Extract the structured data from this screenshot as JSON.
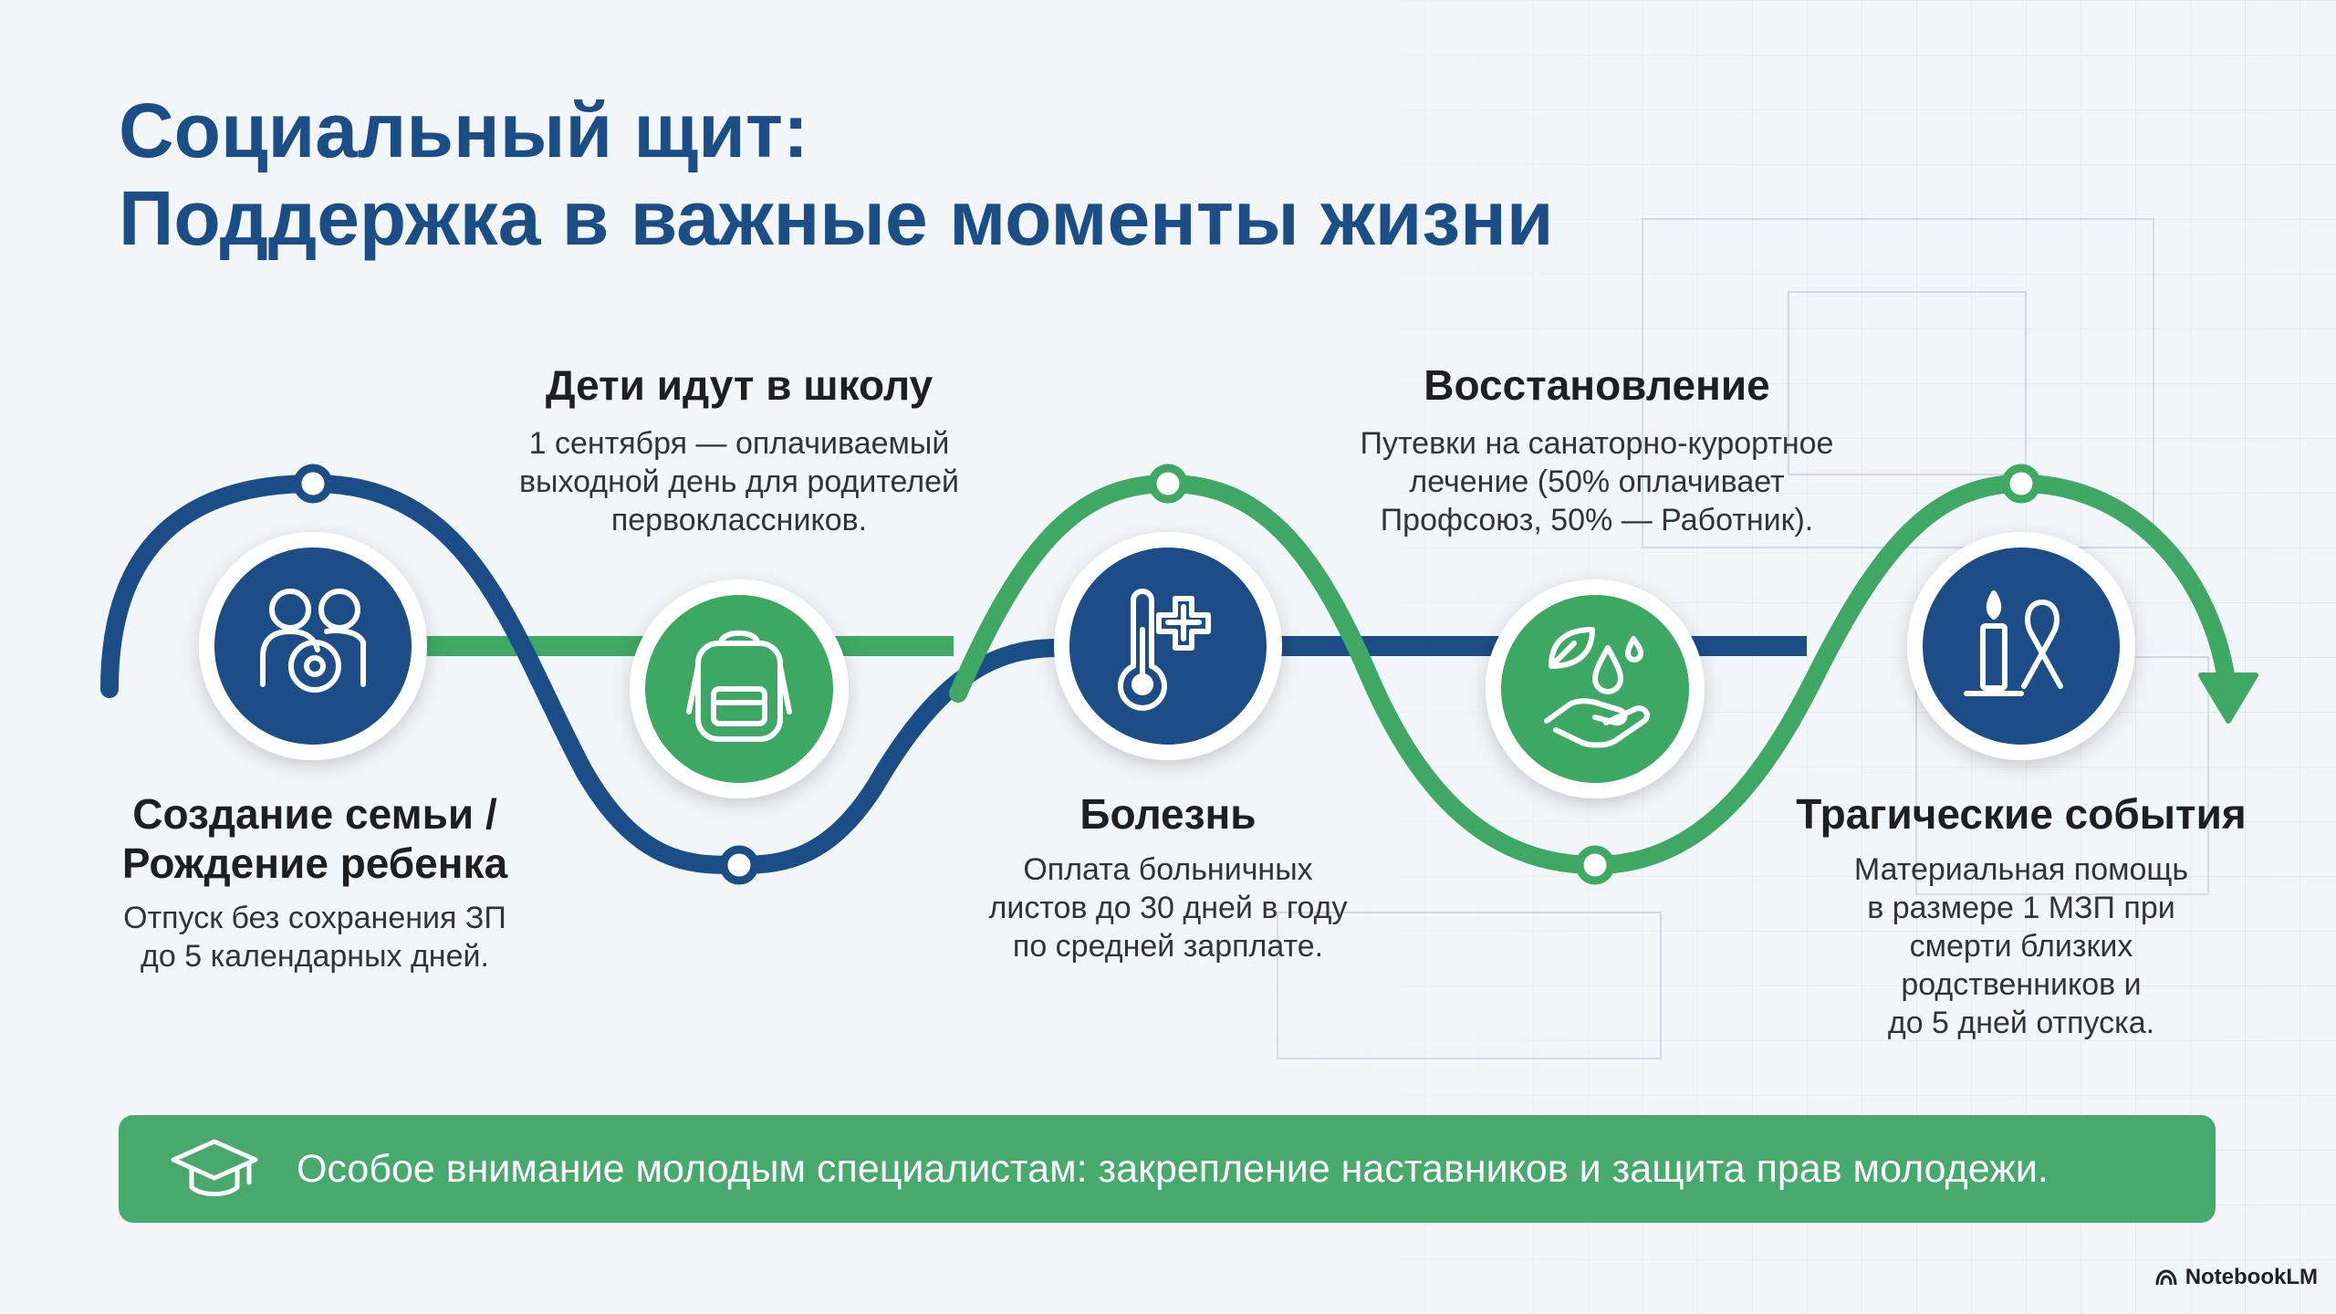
{
  "title": {
    "line1": "Социальный щит:",
    "line2": "Поддержка в важные моменты жизни"
  },
  "stages": [
    {
      "id": "family",
      "heading": [
        "Создание семьи /",
        "Рождение ребенка"
      ],
      "description": [
        "Отпуск без сохранения ЗП",
        "до 5 календарных дней."
      ],
      "icon": "family-baby-icon",
      "color": "#1b4d86"
    },
    {
      "id": "school",
      "heading": [
        "Дети идут в школу"
      ],
      "description": [
        "1 сентября — оплачиваемый",
        "выходной день для родителей",
        "первоклассников."
      ],
      "icon": "backpack-icon",
      "color": "#3ea864"
    },
    {
      "id": "illness",
      "heading": [
        "Болезнь"
      ],
      "description": [
        "Оплата больничных",
        "листов до 30 дней в году",
        "по средней зарплате."
      ],
      "icon": "thermometer-plus-icon",
      "color": "#1b4d86"
    },
    {
      "id": "recovery",
      "heading": [
        "Восстановление"
      ],
      "description": [
        "Путевки на санаторно-курортное",
        "лечение (50% оплачивает",
        "Профсоюз, 50% — Работник)."
      ],
      "icon": "leaf-drop-hand-icon",
      "color": "#3ea864"
    },
    {
      "id": "tragic",
      "heading": [
        "Трагические события"
      ],
      "description": [
        "Материальная помощь",
        "в размере 1 МЗП при",
        "смерти близких",
        "родственников и",
        "до 5 дней отпуска."
      ],
      "icon": "candle-ribbon-icon",
      "color": "#1b4d86"
    }
  ],
  "banner": {
    "text": "Особое внимание молодым специалистам: закрепление наставников и защита прав молодежи.",
    "icon": "graduation-cap-icon"
  },
  "brand": {
    "name": "NotebookLM",
    "icon": "notebooklm-logo-icon"
  },
  "colors": {
    "blue": "#1b4d86",
    "green": "#3ea864",
    "banner": "#47a96c"
  }
}
